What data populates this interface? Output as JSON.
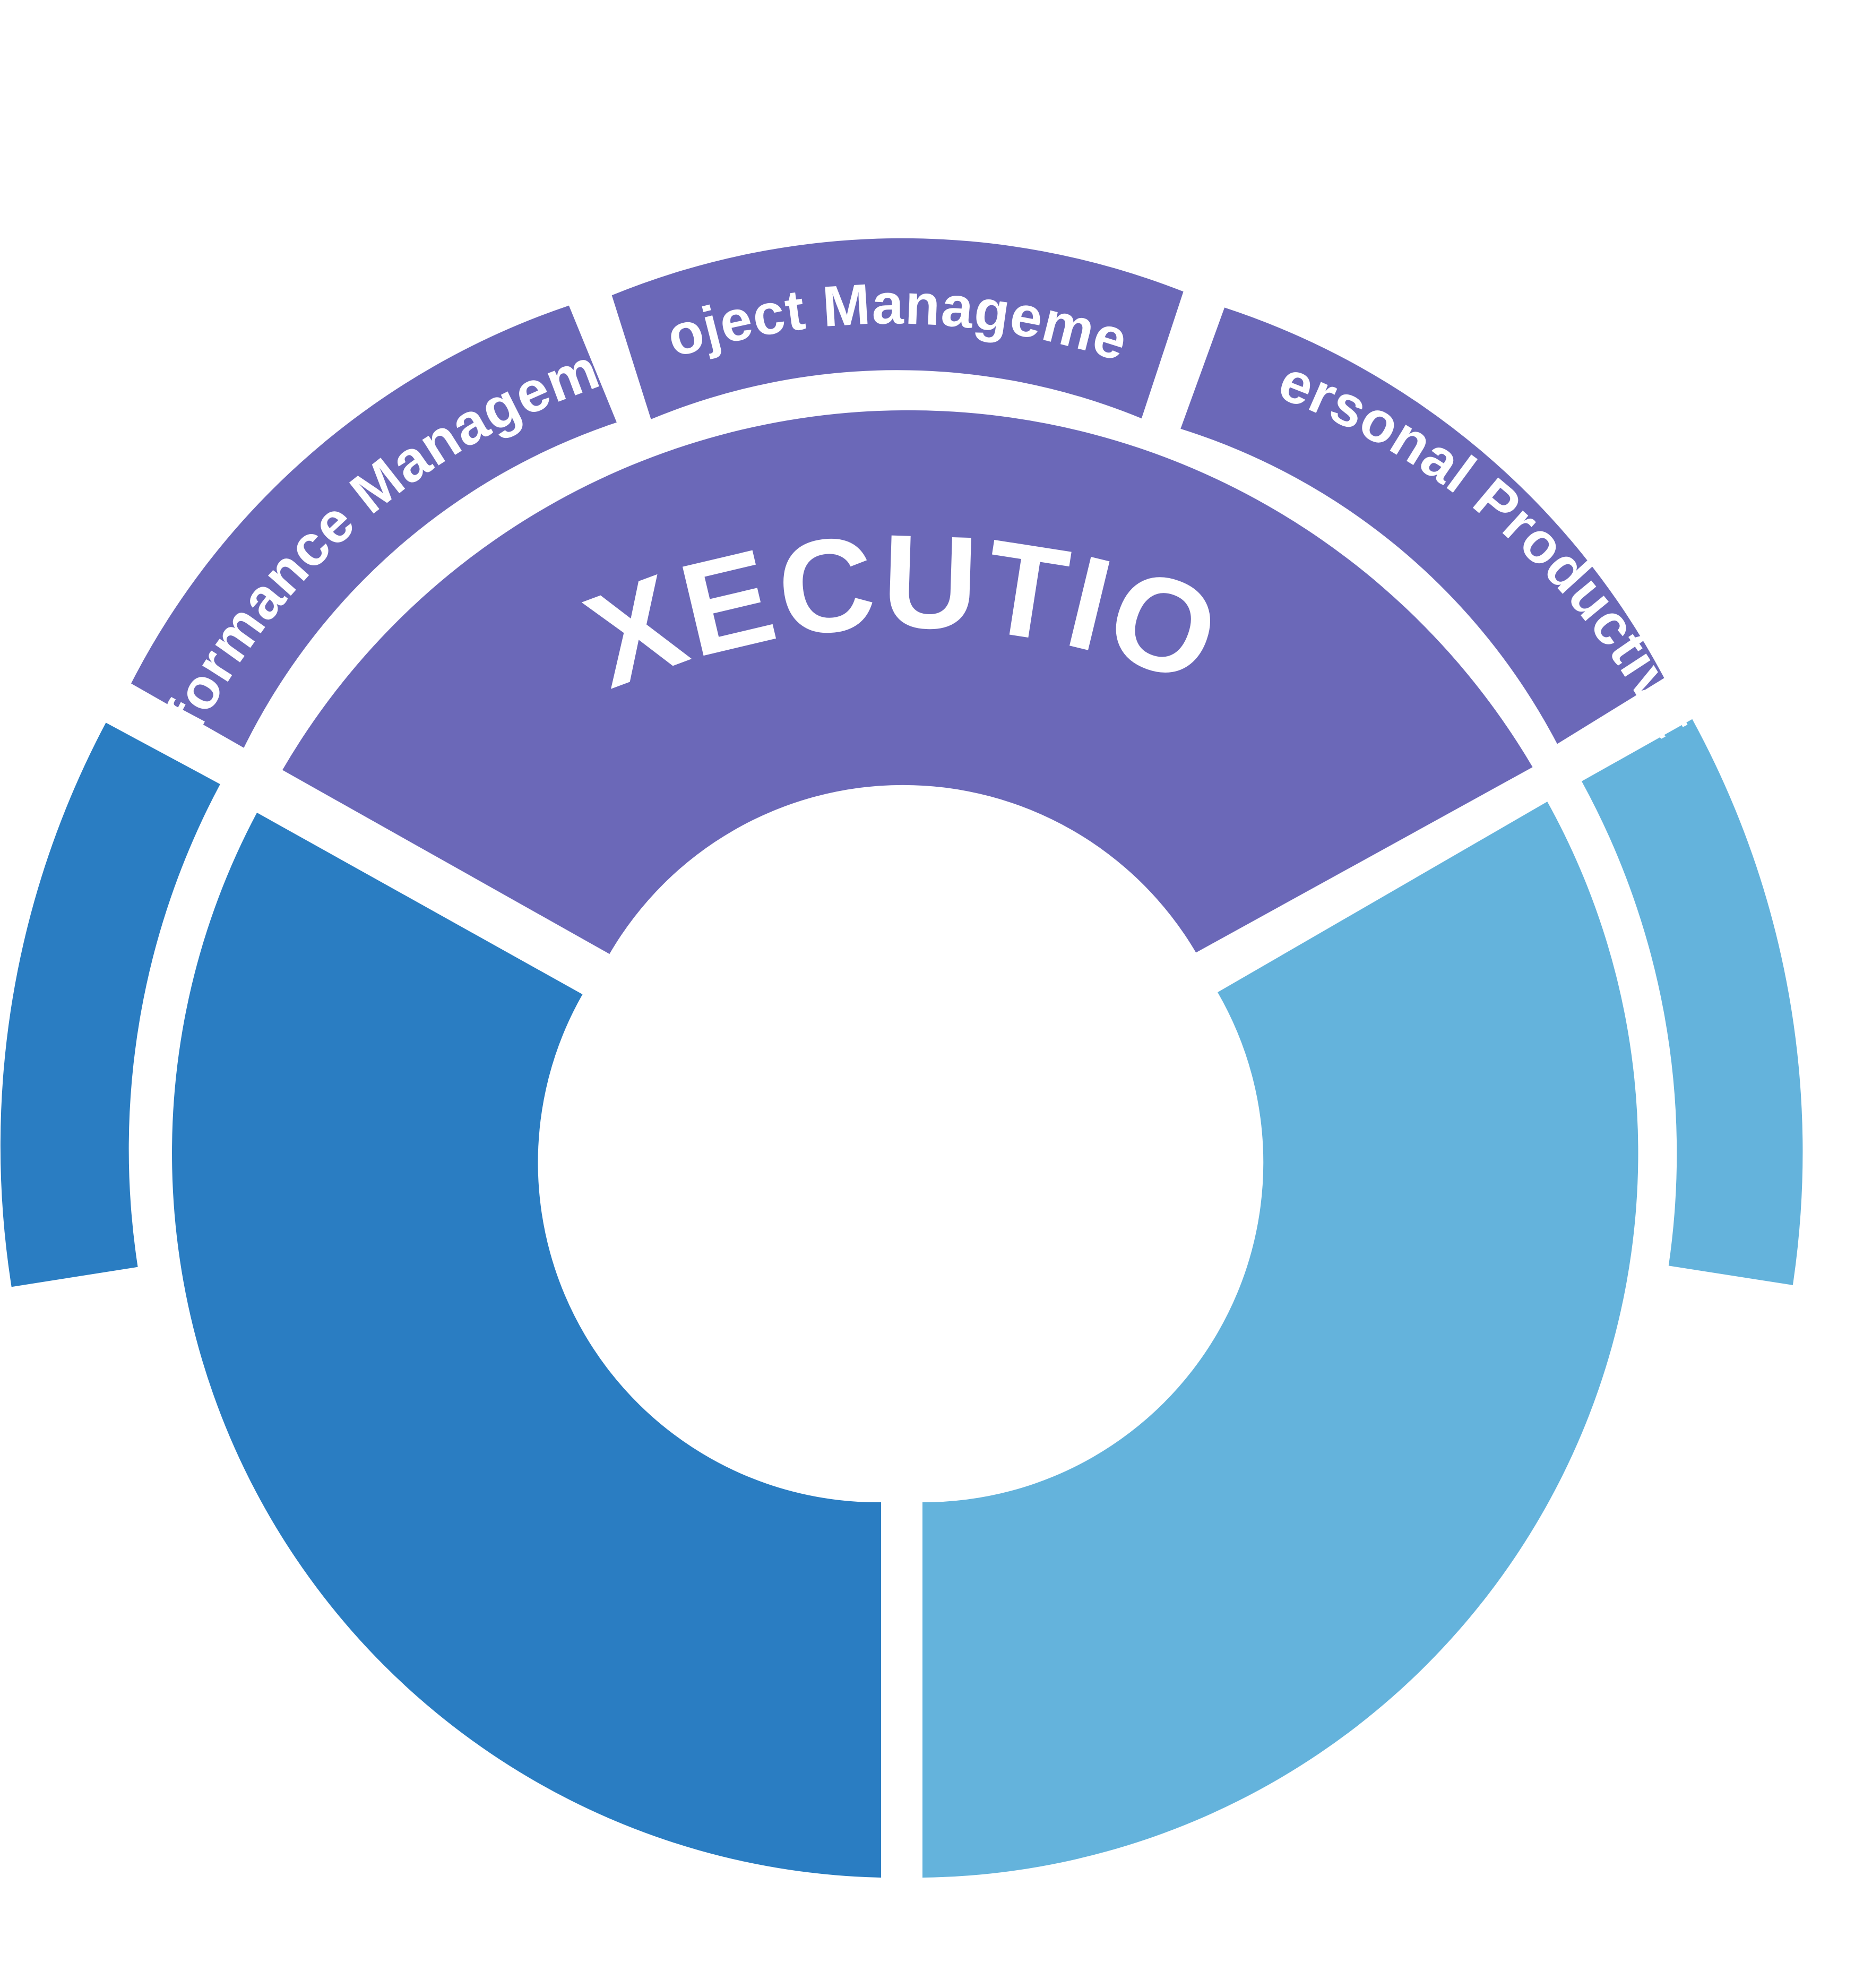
{
  "diagram": {
    "main_segment": {
      "label": "EXECUTION",
      "color": "#6b68b8"
    },
    "outer_segments": [
      {
        "label": "Performance Management",
        "color": "#6b68b8"
      },
      {
        "label": "Project Management",
        "color": "#6b68b8"
      },
      {
        "label": "Personal Productivity",
        "color": "#6b68b8"
      }
    ],
    "left_segment": {
      "label": "",
      "color": "#2a7dc2"
    },
    "right_segment": {
      "label": "",
      "color": "#64b3dc"
    },
    "left_outer_arc": {
      "color": "#2a7dc2"
    },
    "right_outer_arc": {
      "color": "#64b3dc"
    }
  }
}
